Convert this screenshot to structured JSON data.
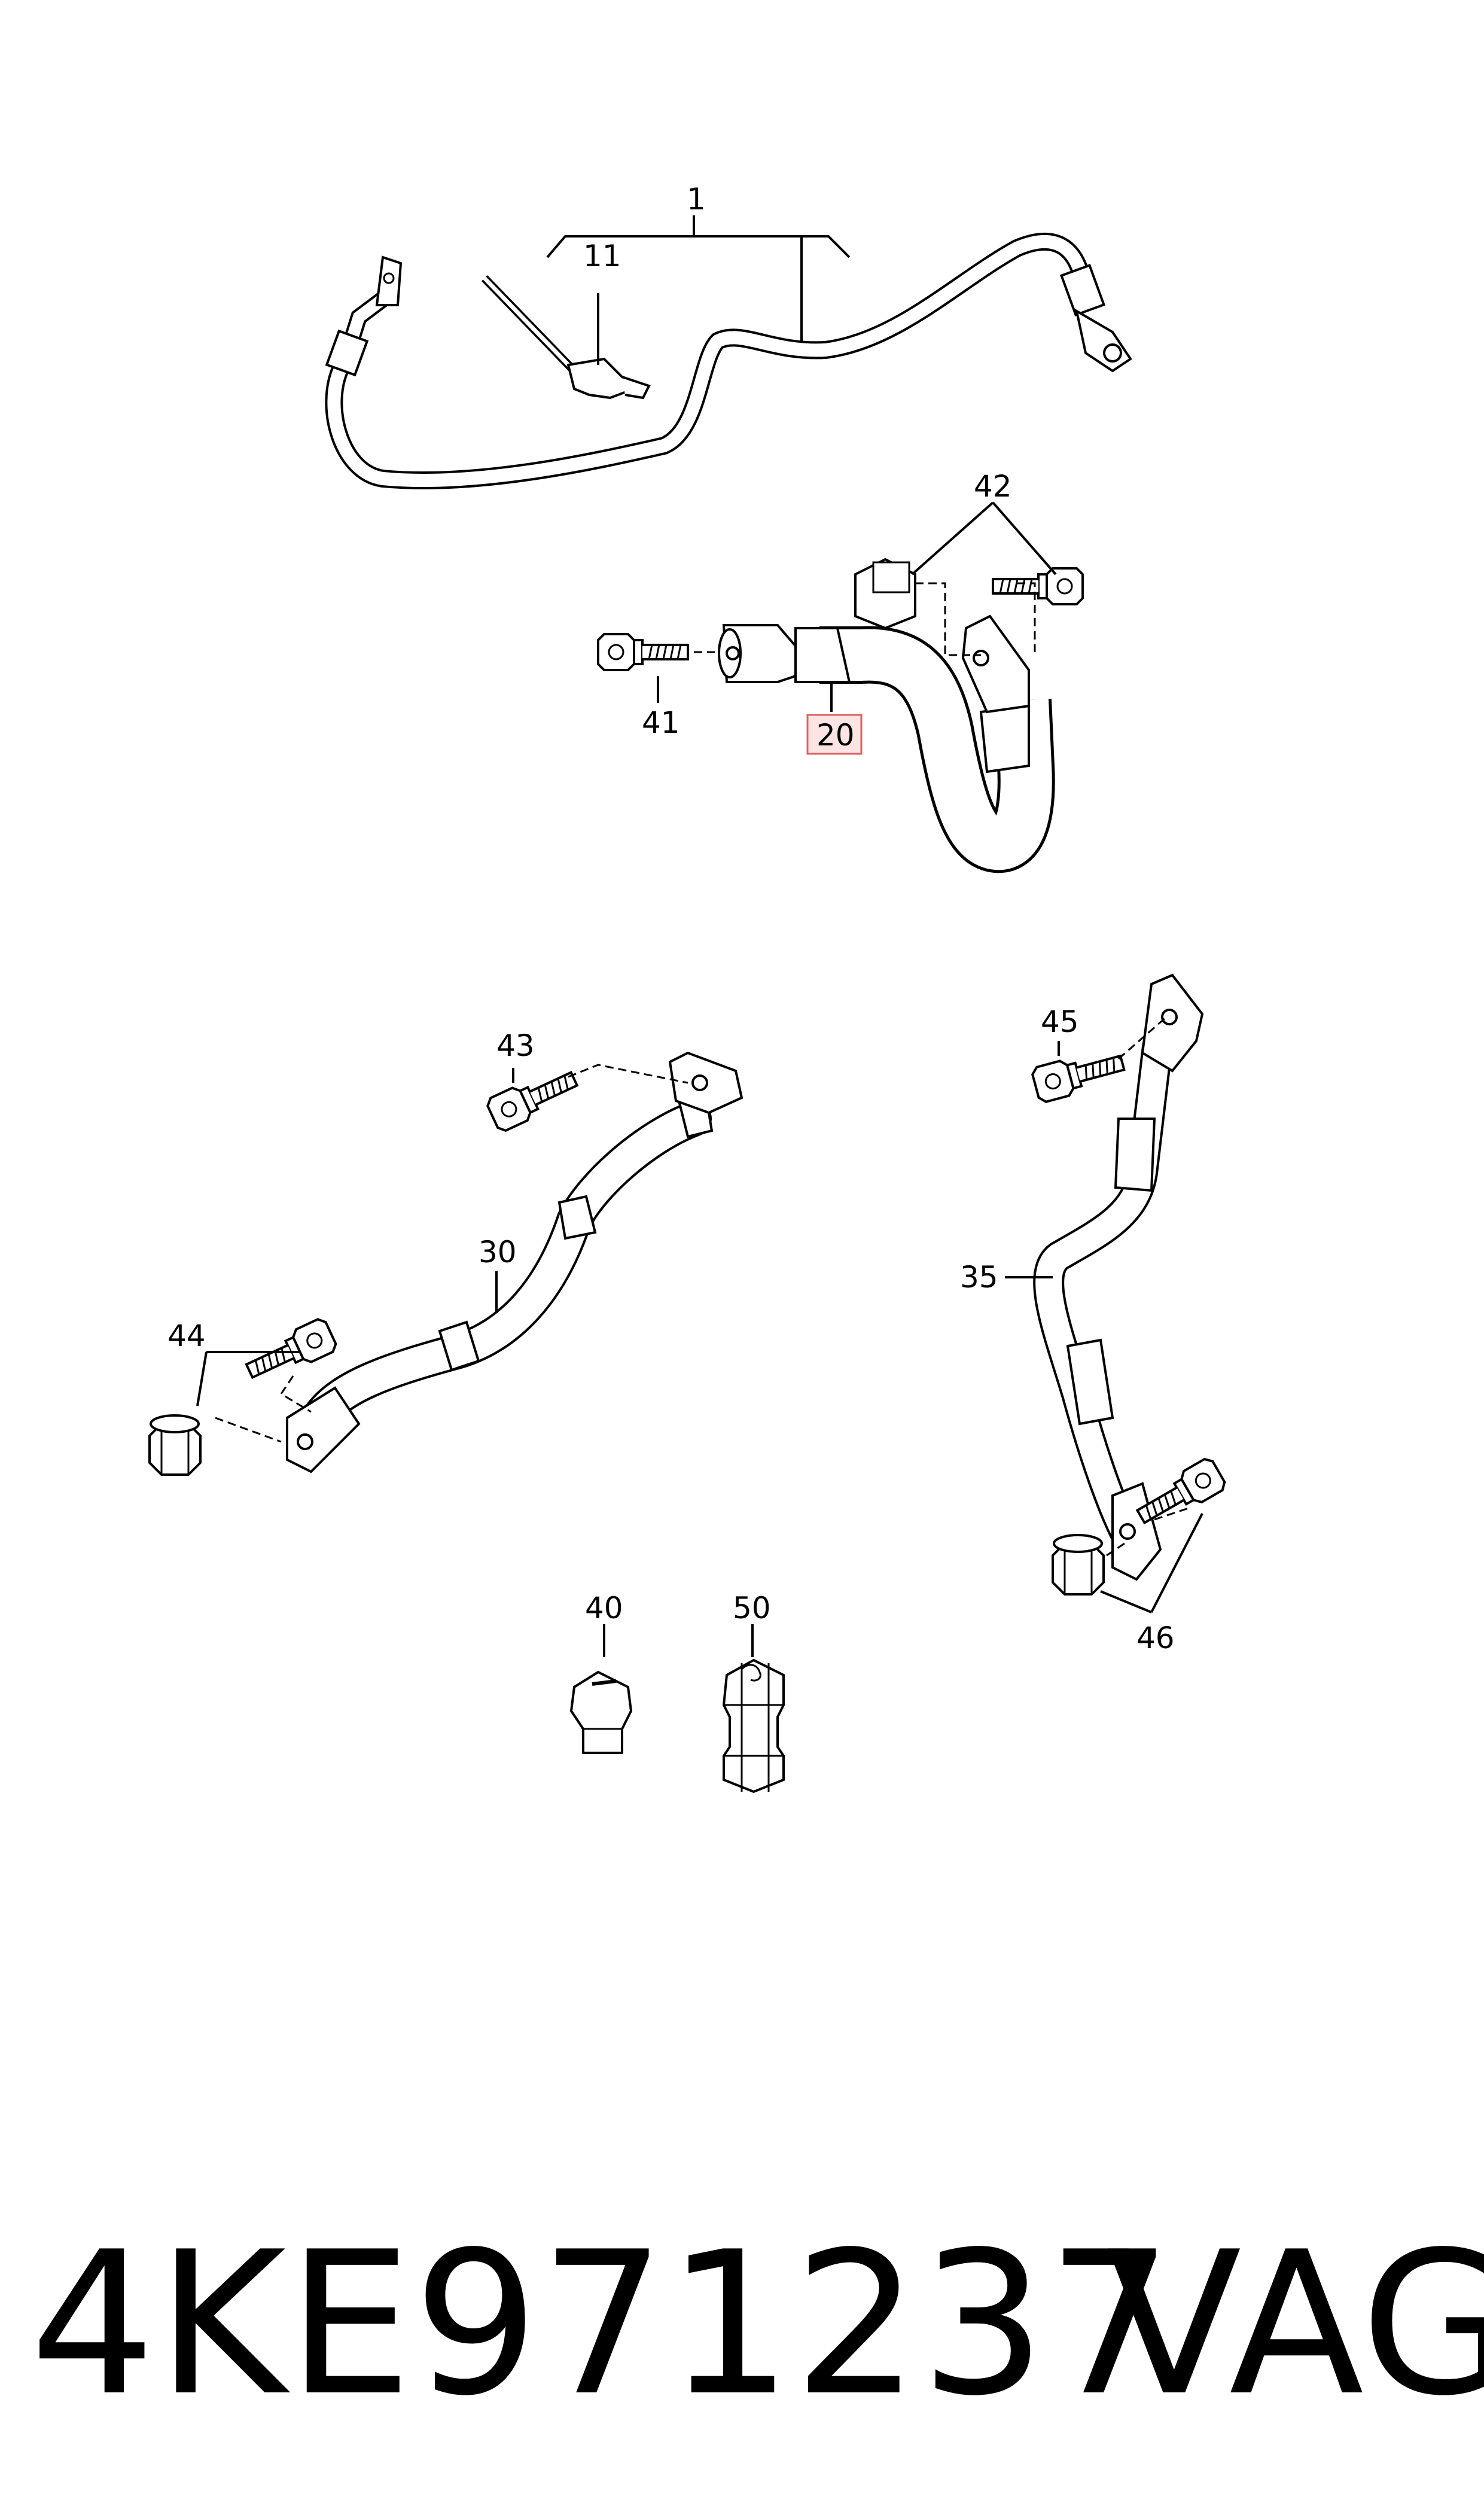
{
  "diagram": {
    "callouts": {
      "c1": "1",
      "c11": "11",
      "c42": "42",
      "c41": "41",
      "c20": "20",
      "c43": "43",
      "c45": "45",
      "c30": "30",
      "c35": "35",
      "c44": "44",
      "c46": "46",
      "c40": "40",
      "c50": "50"
    },
    "highlight_color": "#e06060",
    "highlight_fill": "#fbe4e4"
  },
  "footer": {
    "part_number": "4KE971237",
    "brand": "VAG"
  }
}
